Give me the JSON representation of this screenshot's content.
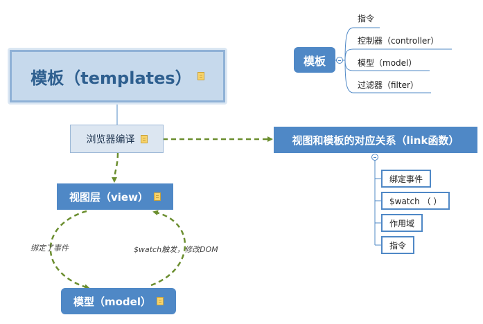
{
  "root": {
    "label": "模板（templates）"
  },
  "compile": {
    "label": "浏览器编译"
  },
  "view_layer": {
    "label": "视图层（view）"
  },
  "model_layer": {
    "label": "模型（model）"
  },
  "relation": {
    "label": "视图和模板的对应关系（link函数）"
  },
  "template_topic": {
    "label": "模板",
    "children": [
      "指令",
      "控制器（controller）",
      "模型（model）",
      "过滤器（filter）"
    ]
  },
  "relation_children": [
    "绑定事件",
    "$watch （ ）",
    "作用域",
    "指令"
  ],
  "edge_labels": {
    "bind_event": "绑定了事件",
    "watch_trigger": "$watch触发，修改DOM"
  },
  "colors": {
    "accent": "#4f88c6",
    "root_fill": "#c6d9ec",
    "arrow": "#6b8e2f",
    "note_icon": "#f7d36b"
  }
}
